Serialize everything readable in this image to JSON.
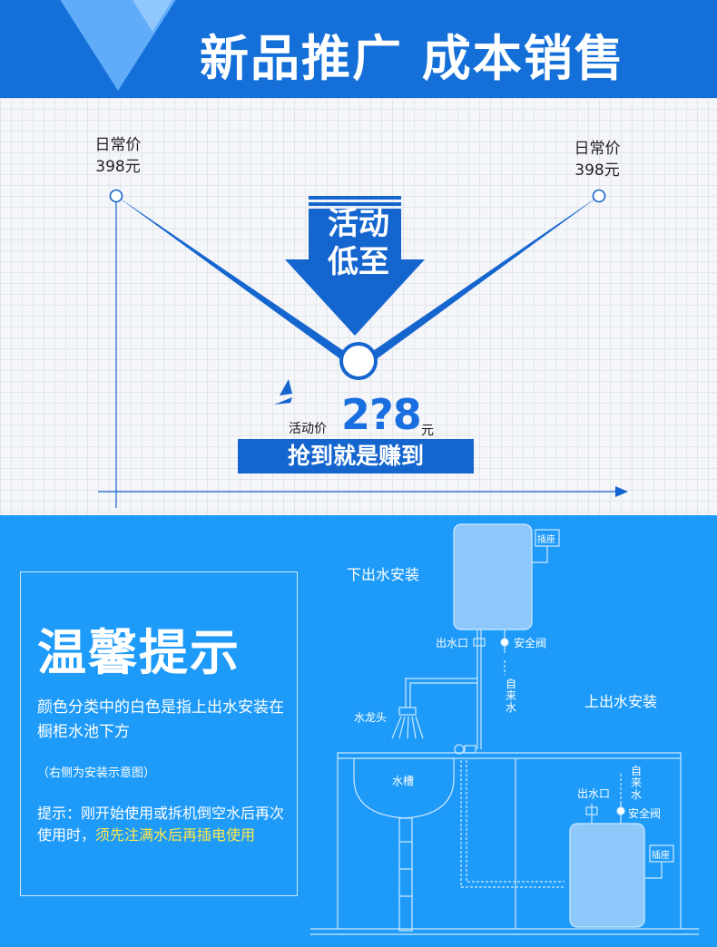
{
  "header": {
    "title": "新品推广 成本销售"
  },
  "price": {
    "regular_label": "日常价",
    "regular_price": "398元",
    "arrow_line1": "活动",
    "arrow_line2": "低至",
    "sale_label": "活动价",
    "sale_price": "2?8",
    "sale_unit": "元",
    "slogan": "抢到就是赚到"
  },
  "tips": {
    "title": "温馨提示",
    "line1": "颜色分类中的白色是指上出水安装在橱柜水池下方",
    "note": "（右侧为安装示意图）",
    "warn_prefix": "提示：刚开始使用或拆机倒空水后再次使用时，",
    "warn_highlight": "须先注满水后再插电使用"
  },
  "diagram": {
    "bottom_install": "下出水安装",
    "top_install": "上出水安装",
    "socket": "插座",
    "outlet": "出水口",
    "safety_valve": "安全阀",
    "tap_water": "自来水",
    "faucet": "水龙头",
    "sink": "水槽"
  },
  "colors": {
    "header": "#1470d8",
    "accent": "#1565cf",
    "tips_bg": "#1e9bf9",
    "highlight": "#ffe94a"
  }
}
